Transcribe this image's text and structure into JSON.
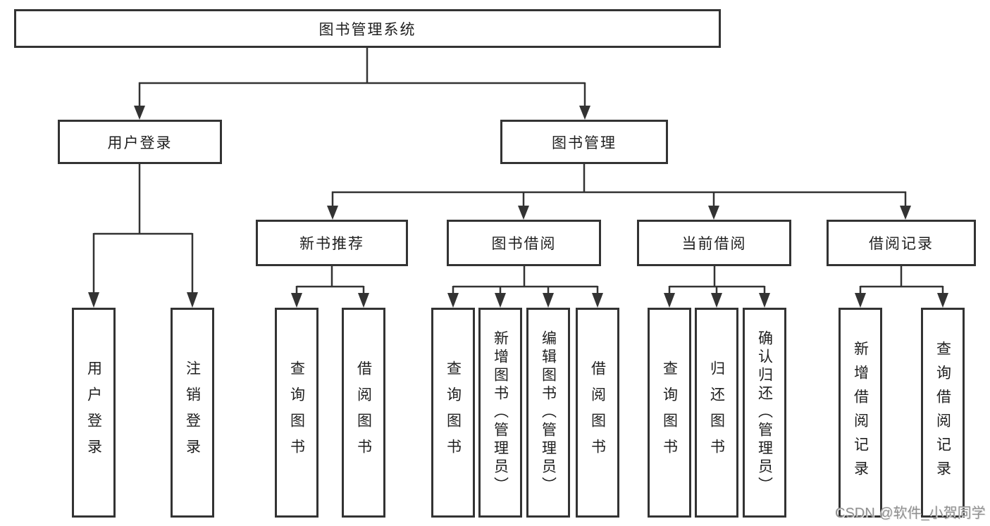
{
  "diagram": {
    "root": {
      "label": "图书管理系统",
      "children": [
        {
          "label": "用户登录",
          "children": [
            {
              "label": "用户登录"
            },
            {
              "label": "注销登录"
            }
          ]
        },
        {
          "label": "图书管理",
          "children": [
            {
              "label": "新书推荐",
              "children": [
                {
                  "label": "查询图书"
                },
                {
                  "label": "借阅图书"
                }
              ]
            },
            {
              "label": "图书借阅",
              "children": [
                {
                  "label": "查询图书"
                },
                {
                  "label": "新增图书（管理员）"
                },
                {
                  "label": "编辑图书（管理员）"
                },
                {
                  "label": "借阅图书"
                }
              ]
            },
            {
              "label": "当前借阅",
              "children": [
                {
                  "label": "查询图书"
                },
                {
                  "label": "归还图书"
                },
                {
                  "label": "确认归还（管理员）"
                }
              ]
            },
            {
              "label": "借阅记录",
              "children": [
                {
                  "label": "新增借阅记录"
                },
                {
                  "label": "查询借阅记录"
                }
              ]
            }
          ]
        }
      ]
    }
  },
  "watermark": {
    "text": "CSDN @软件_小贺同学"
  },
  "colors": {
    "line": "#333333",
    "box_border": "#333333",
    "box_fill": "#ffffff",
    "text": "#1f1f1f",
    "watermark": "#909090"
  }
}
